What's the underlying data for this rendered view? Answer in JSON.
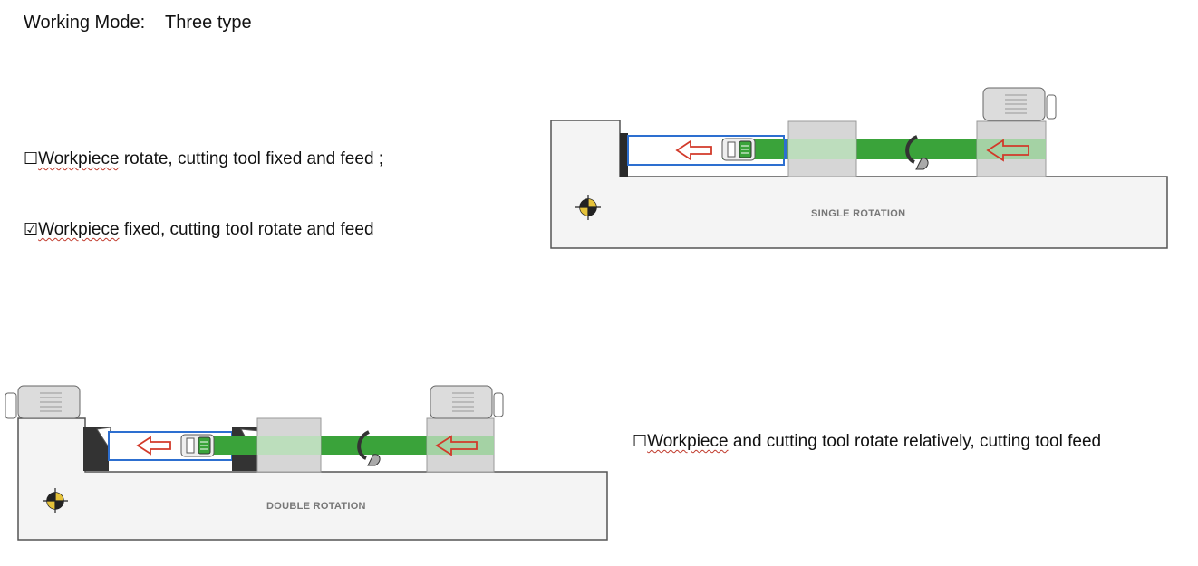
{
  "header": {
    "title": "Working Mode:",
    "subtitle": "Three type"
  },
  "options": [
    {
      "checkbox": "☐",
      "keyword": "Workpiece",
      "rest": " rotate, cutting tool fixed and feed ;",
      "checked": false
    },
    {
      "checkbox": "☑",
      "keyword": "Workpiece",
      "rest": " fixed, cutting tool rotate and feed",
      "checked": true
    },
    {
      "checkbox": "☐",
      "keyword": "Workpiece",
      "rest": " and cutting tool rotate relatively, cutting tool feed",
      "checked": false
    }
  ],
  "diagrams": {
    "single": {
      "label": "SINGLE ROTATION"
    },
    "double": {
      "label": "DOUBLE ROTATION"
    }
  },
  "colors": {
    "bar": "#3aa33a",
    "bar_light": "#9ed29e",
    "arrow": "#d23a2a",
    "workpiece_border": "#2d6fd0",
    "bed_fill": "#f4f4f4",
    "bed_stroke": "#555555",
    "block_fill": "#dcdcdc"
  },
  "icons": {
    "marker": "center-of-gravity-icon",
    "rotation": "rotation-arrow-icon",
    "feed": "feed-arrow-icon"
  }
}
